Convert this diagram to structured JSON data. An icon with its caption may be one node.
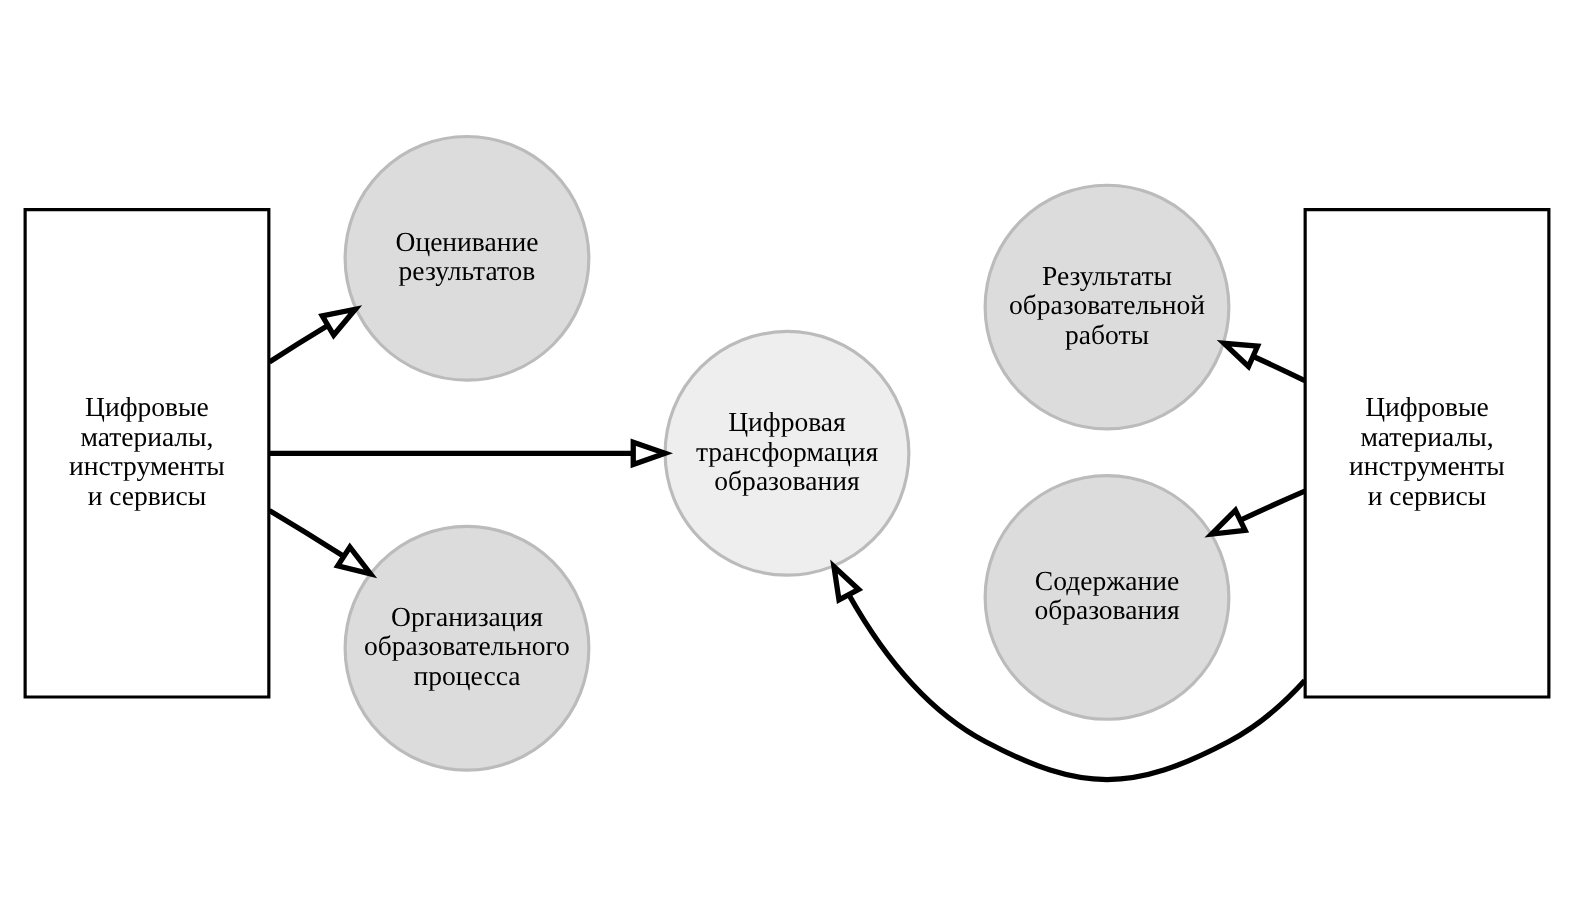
{
  "diagram": {
    "nodes": [
      {
        "text": [
          "Цифровые материалы, инструменты и сервисы"
        ]
      },
      {
        "text": [
          "Оценивание результатов"
        ]
      },
      {
        "text": [
          "Результаты образовательной работы"
        ]
      },
      {
        "text": [
          "Цифровая трансформация образования"
        ]
      },
      {
        "text": [
          "Организация образовательного процесса"
        ]
      },
      {
        "text": [
          "Содержание образования"
        ]
      },
      {
        "text": [
          "Цифровые материалы, инструменты и сервисы"
        ]
      }
    ],
    "edges": [
      {
        "from": 0,
        "to": 1,
        "arrow": "to"
      },
      {
        "from": 0,
        "to": 3,
        "arrow": "to"
      },
      {
        "from": 0,
        "to": 4,
        "arrow": "to"
      },
      {
        "from": 6,
        "to": 2,
        "arrow": "to"
      },
      {
        "from": 6,
        "to": 3,
        "arrow": "to"
      },
      {
        "from": 6,
        "to": 5,
        "arrow": "to"
      }
    ]
  }
}
